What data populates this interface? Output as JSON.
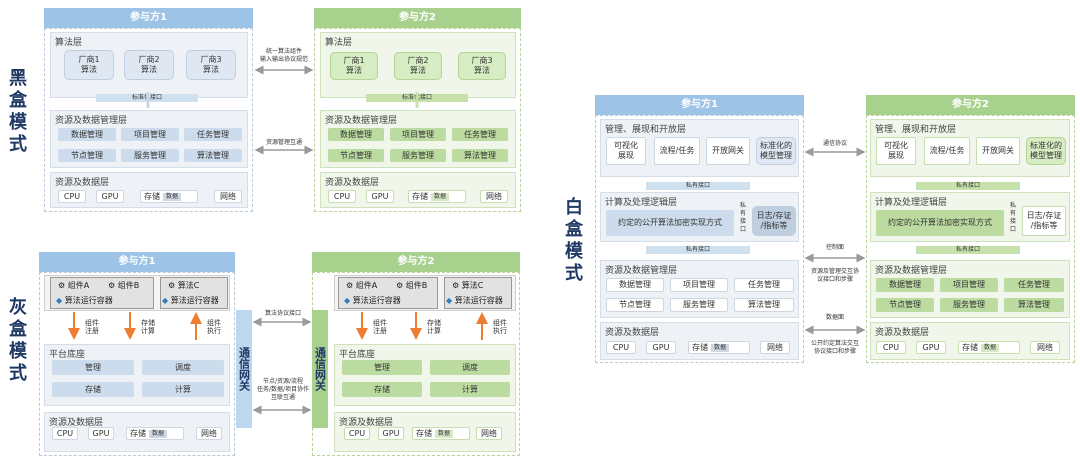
{
  "modes": {
    "black": "黑盒模式",
    "gray": "灰盒模式",
    "white": "白盒模式"
  },
  "party1": "参与方1",
  "party2": "参与方2",
  "layers": {
    "algo": "算法层",
    "resource_data_mgmt": "资源及数据管理层",
    "resource_data": "资源及数据层",
    "platform": "平台底座",
    "mgmt_display_open": "管理、展现和开放层",
    "compute_logic": "计算及处理逻辑层"
  },
  "vendors": [
    "厂商1\n算法",
    "厂商2\n算法",
    "厂商3\n算法"
  ],
  "mgmt_items": [
    "数据管理",
    "项目管理",
    "任务管理",
    "节点管理",
    "服务管理",
    "算法管理"
  ],
  "resources": {
    "cpu": "CPU",
    "gpu": "GPU",
    "storage": "存储",
    "data": "数据",
    "network": "网络"
  },
  "std_interface": "标准化接口",
  "black_links": {
    "algo": "统一算法组件\n输入输出协议规范",
    "mgmt": "资源管理互通"
  },
  "gray": {
    "compA": "组件A",
    "compB": "组件B",
    "compC": "算法C",
    "container": "算法运行容器",
    "reg": "组件\n注册",
    "calc": "存储\n计算",
    "exec": "组件\n执行",
    "platform_items": [
      "管理",
      "调度",
      "存储",
      "计算"
    ],
    "gateway": "通信网关",
    "links": {
      "algo": "算法协议接口",
      "sync": "节点/资源/流程\n任务/数据/项目协作\n互联互通"
    }
  },
  "white": {
    "mgmt_items": [
      "可视化\n展现",
      "流程/任务",
      "开放网关",
      "标准化的\n模型管理"
    ],
    "private_if": "私有接口",
    "contract": "约定的公开算法加密实现方式",
    "private_side": "私\n有\n接\n口",
    "log": "日志/存证\n/指标等",
    "links": {
      "comm": "通信协议",
      "control": "控制面",
      "control_desc": "资源及管理交互协\n议接口和步骤",
      "data_plane": "数据面",
      "data_desc": "公开约定算法交互\n协议接口和步骤"
    }
  },
  "colors": {
    "blue": "#9dc3e6",
    "green": "#a9d18e",
    "title_text": "#1f3864",
    "arrow_orange": "#ed7d31"
  }
}
